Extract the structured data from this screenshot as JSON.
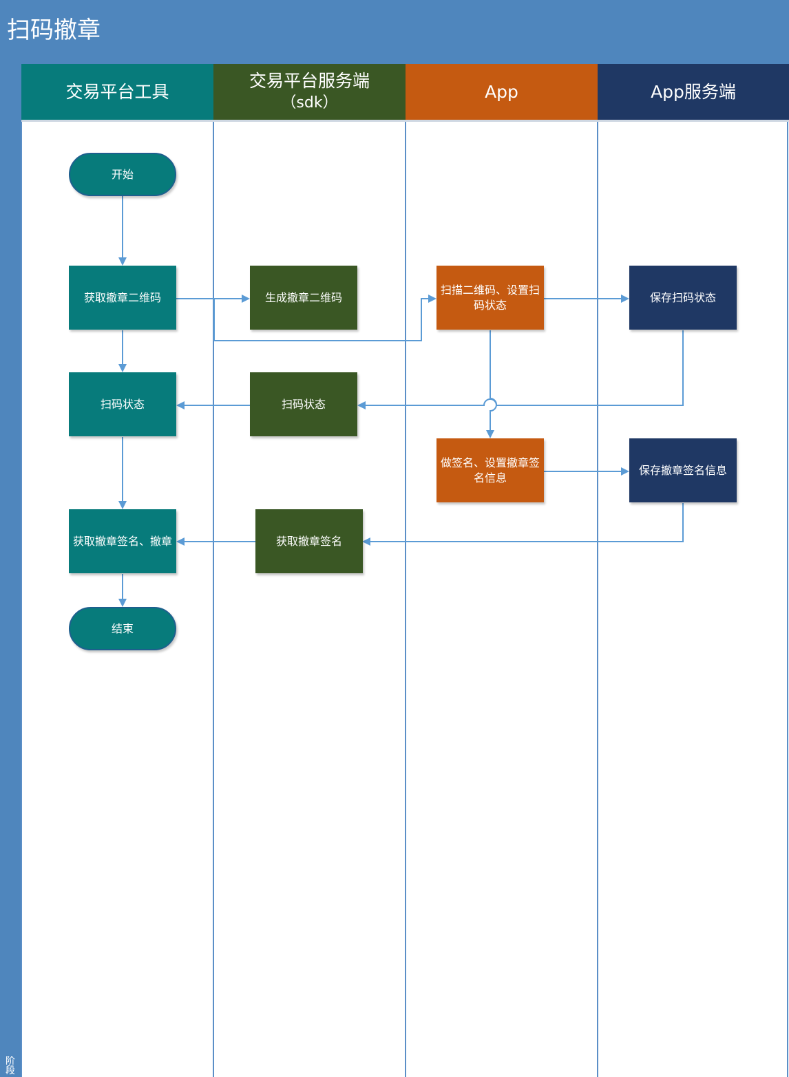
{
  "title": "扫码撤章",
  "phase_label": "阶段",
  "lanes": [
    {
      "id": "tool",
      "line1": "交易平台工具",
      "line2": "",
      "color": "#077b7b"
    },
    {
      "id": "sdk",
      "line1": "交易平台服务端",
      "line2": "（sdk）",
      "color": "#3a5724"
    },
    {
      "id": "app",
      "line1": "App",
      "line2": "",
      "color": "#c55a11"
    },
    {
      "id": "appserver",
      "line1": "App服务端",
      "line2": "",
      "color": "#1f3864"
    }
  ],
  "nodes": {
    "start": {
      "text": "开始",
      "color": "#077b7b"
    },
    "get_qr": {
      "text": "获取撤章二维码",
      "color": "#077b7b"
    },
    "gen_qr": {
      "text": "生成撤章二维码",
      "color": "#3a5724"
    },
    "scan_qr": {
      "text": "扫描二维码、设置扫码状态",
      "color": "#c55a11"
    },
    "save_scan": {
      "text": "保存扫码状态",
      "color": "#1f3864"
    },
    "scan_status_tool": {
      "text": "扫码状态",
      "color": "#077b7b"
    },
    "scan_status_sdk": {
      "text": "扫码状态",
      "color": "#3a5724"
    },
    "sign": {
      "text": "做签名、设置撤章签名信息",
      "color": "#c55a11"
    },
    "save_sign": {
      "text": "保存撤章签名信息",
      "color": "#1f3864"
    },
    "get_sign_tool": {
      "text": "获取撤章签名、撤章",
      "color": "#077b7b"
    },
    "get_sign_sdk": {
      "text": "获取撤章签名",
      "color": "#3a5724"
    },
    "end": {
      "text": "结束",
      "color": "#077b7b"
    }
  },
  "edges": [
    {
      "from": "start",
      "to": "get_qr"
    },
    {
      "from": "get_qr",
      "to": "gen_qr"
    },
    {
      "from": "get_qr",
      "to": "scan_qr"
    },
    {
      "from": "get_qr",
      "to": "scan_status_tool"
    },
    {
      "from": "scan_qr",
      "to": "save_scan"
    },
    {
      "from": "scan_qr",
      "to": "sign"
    },
    {
      "from": "save_scan",
      "to": "scan_status_sdk"
    },
    {
      "from": "scan_status_sdk",
      "to": "scan_status_tool"
    },
    {
      "from": "scan_status_tool",
      "to": "get_sign_tool"
    },
    {
      "from": "sign",
      "to": "save_sign"
    },
    {
      "from": "save_sign",
      "to": "get_sign_sdk"
    },
    {
      "from": "get_sign_sdk",
      "to": "get_sign_tool"
    },
    {
      "from": "get_sign_tool",
      "to": "end"
    }
  ],
  "colors": {
    "edge": "#5b9bd5",
    "title_bar": "#4f86bd",
    "lane_line": "#5b8fc7"
  }
}
